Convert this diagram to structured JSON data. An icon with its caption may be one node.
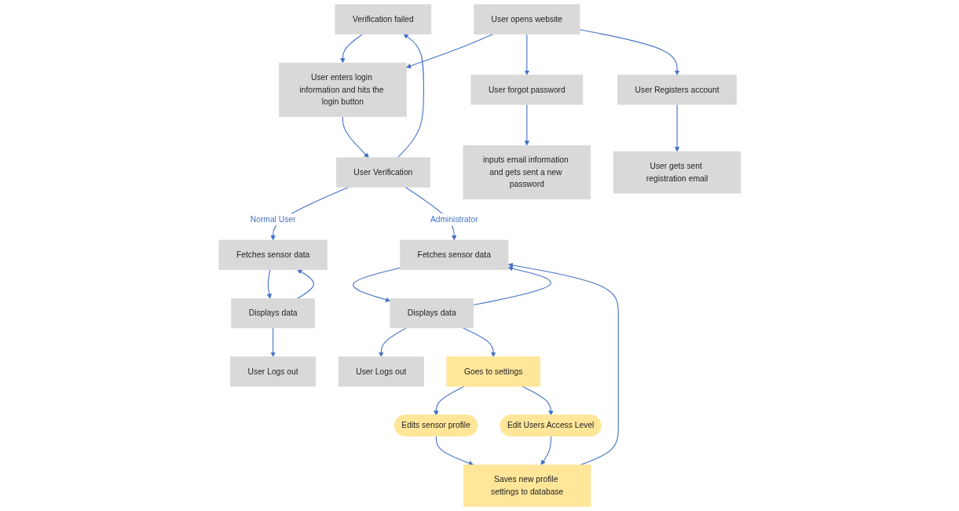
{
  "diagram": {
    "nodes": [
      {
        "text": [
          "Verification failed"
        ]
      },
      {
        "text": [
          "User Verification"
        ]
      },
      {
        "text": [
          "User enters login information and hits the login button"
        ]
      },
      {
        "text": [
          "User opens website"
        ]
      },
      {
        "text": [
          "User forgot password"
        ]
      },
      {
        "text": [
          "inputs email information and gets sent a new password"
        ]
      },
      {
        "text": [
          "Fetches sensor data"
        ]
      },
      {
        "text": [
          "Fetches sensor data"
        ]
      },
      {
        "text": [
          "Saves new profile settings to database"
        ]
      },
      {
        "text": [
          "Edits sensor profile"
        ]
      },
      {
        "text": [
          "User Registers account"
        ]
      },
      {
        "text": [
          "Displays data"
        ]
      },
      {
        "text": [
          "Displays data"
        ]
      },
      {
        "text": [
          "Goes to settings"
        ]
      },
      {
        "text": [
          "Edit Users Access Level"
        ]
      },
      {
        "text": [
          "User gets sent registration email"
        ]
      },
      {
        "text": [
          "User Logs out"
        ]
      },
      {
        "text": [
          "User Logs out"
        ]
      }
    ],
    "edges": [
      {
        "from": 0,
        "to": 2,
        "arrow": "to"
      },
      {
        "from": 3,
        "to": 2,
        "arrow": "to"
      },
      {
        "from": 2,
        "to": 1,
        "arrow": "to"
      },
      {
        "from": 1,
        "to": 0,
        "arrow": "to"
      },
      {
        "from": 3,
        "to": 4,
        "arrow": "to"
      },
      {
        "from": 4,
        "to": 5,
        "arrow": "to"
      },
      {
        "from": 3,
        "to": 10,
        "arrow": "to"
      },
      {
        "from": 10,
        "to": 15,
        "arrow": "to"
      },
      {
        "from": 1,
        "to": 6,
        "label": "Normal User",
        "arrow": "to"
      },
      {
        "from": 1,
        "to": 7,
        "label": "Administrator",
        "arrow": "to"
      },
      {
        "from": 6,
        "to": 11,
        "arrow": "to"
      },
      {
        "from": 11,
        "to": 6,
        "arrow": "to"
      },
      {
        "from": 11,
        "to": 16,
        "arrow": "to"
      },
      {
        "from": 7,
        "to": 12,
        "arrow": "to"
      },
      {
        "from": 12,
        "to": 7,
        "arrow": "to"
      },
      {
        "from": 12,
        "to": 17,
        "arrow": "to"
      },
      {
        "from": 12,
        "to": 13,
        "arrow": "to"
      },
      {
        "from": 13,
        "to": 9,
        "arrow": "to"
      },
      {
        "from": 13,
        "to": 14,
        "arrow": "to"
      },
      {
        "from": 9,
        "to": 8,
        "arrow": "to"
      },
      {
        "from": 14,
        "to": 8,
        "arrow": "to"
      },
      {
        "from": 8,
        "to": 7,
        "arrow": "to"
      }
    ]
  }
}
